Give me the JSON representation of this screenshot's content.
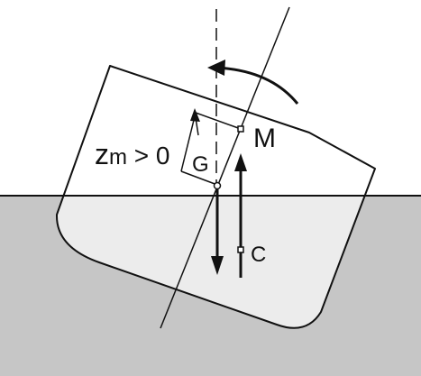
{
  "diagram": {
    "labels": {
      "metacenter": "M",
      "center_of_gravity": "G",
      "center_of_buoyancy": "C",
      "metacentric_height_var": "z",
      "metacentric_height_sub": "m",
      "metacentric_height_rel": " > 0"
    },
    "colors": {
      "water": "#c6c6c6",
      "hull_submerged": "#ececec",
      "hull_above": "#ffffff",
      "stroke": "#111111"
    },
    "icons": {
      "rotation": "curved-arrow-icon",
      "weight": "down-arrow-icon",
      "buoyancy": "up-arrow-icon"
    }
  }
}
